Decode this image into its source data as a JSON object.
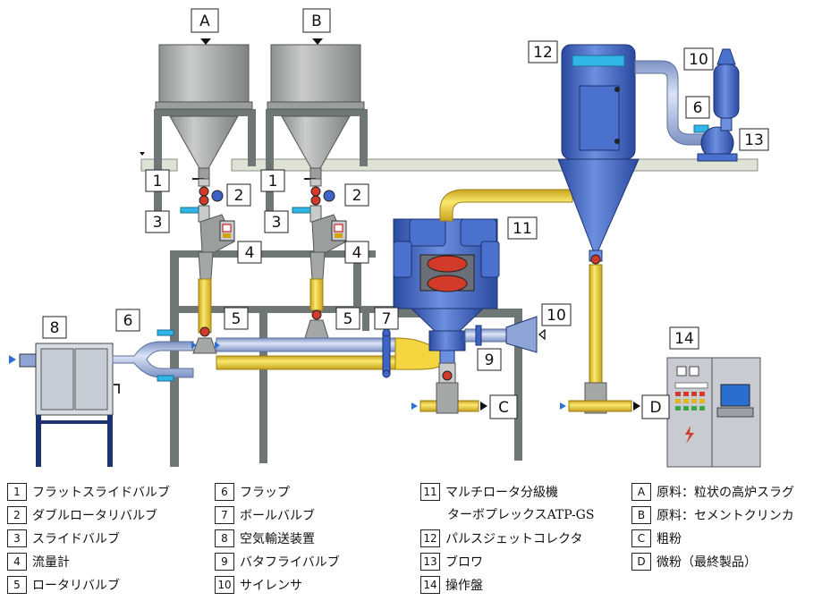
{
  "labels": {
    "hopper_a": "A",
    "hopper_b": "B",
    "port_c": "C",
    "port_d": "D",
    "n1a": "1",
    "n1b": "1",
    "n2a": "2",
    "n2b": "2",
    "n3a": "3",
    "n3b": "3",
    "n4a": "4",
    "n4b": "4",
    "n5a": "5",
    "n5b": "5",
    "n6": "6",
    "n6b": "6",
    "n7": "7",
    "n8": "8",
    "n9": "9",
    "n10a": "10",
    "n10b": "10",
    "n11": "11",
    "n12": "12",
    "n13": "13",
    "n14": "14"
  },
  "legend": {
    "col1": [
      {
        "num": "1",
        "text": "フラットスライドバルブ"
      },
      {
        "num": "2",
        "text": "ダブルロータリバルブ"
      },
      {
        "num": "3",
        "text": "スライドバルブ"
      },
      {
        "num": "4",
        "text": "流量計"
      },
      {
        "num": "5",
        "text": "ロータリバルブ"
      }
    ],
    "col2": [
      {
        "num": "6",
        "text": "フラップ"
      },
      {
        "num": "7",
        "text": "ボールバルブ"
      },
      {
        "num": "8",
        "text": "空気輸送装置"
      },
      {
        "num": "9",
        "text": "バタフライバルブ"
      },
      {
        "num": "10",
        "text": "サイレンサ"
      }
    ],
    "col3": [
      {
        "num": "11",
        "text": "マルチロータ分級機"
      },
      {
        "num": "",
        "text": "ターボプレックスATP-GS"
      },
      {
        "num": "12",
        "text": "パルスジェットコレクタ"
      },
      {
        "num": "13",
        "text": "ブロワ"
      },
      {
        "num": "14",
        "text": "操作盤"
      }
    ],
    "col4": [
      {
        "num": "A",
        "text": "原料：粒状の高炉スラグ"
      },
      {
        "num": "B",
        "text": "原料：セメントクリンカ"
      },
      {
        "num": "C",
        "text": "粗粉"
      },
      {
        "num": "D",
        "text": "微粉（最終製品）"
      }
    ]
  },
  "colors": {
    "pipe_blue": "#9fb4dc",
    "pipe_yellow": "#f3d640",
    "equipment_blue": "#3d63c4",
    "frame_gray": "#6e7676",
    "hopper_gray": "#a3a7a6",
    "platform": "#dfe3d6",
    "valve_red": "#d23a2a",
    "cyan": "#2fb6e6"
  }
}
